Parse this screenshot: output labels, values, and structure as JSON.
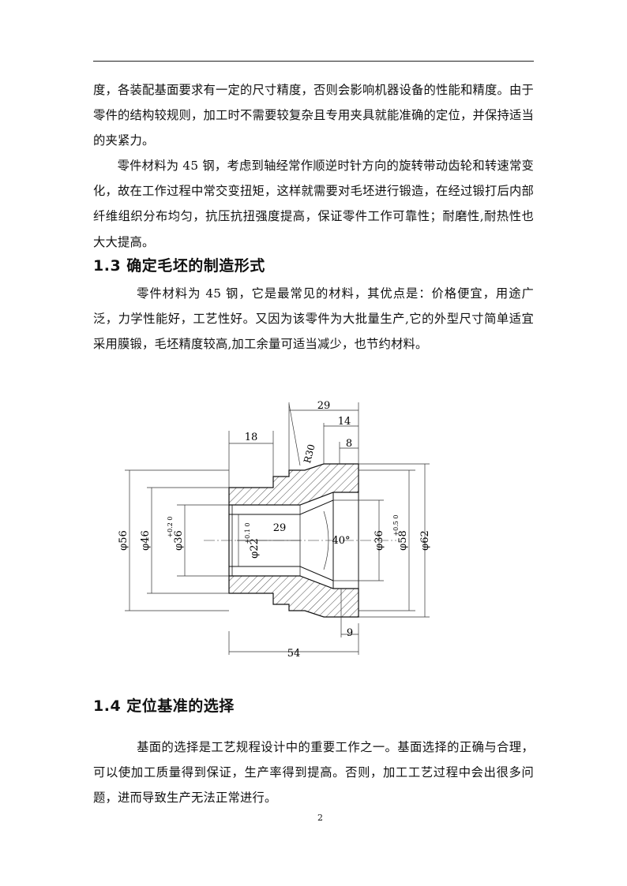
{
  "paragraphs": {
    "p1": "度，各装配基面要求有一定的尺寸精度，否则会影响机器设备的性能和精度。由于零件的结构较规则，加工时不需要较复杂且专用夹具就能准确的定位，并保持适当的夹紧力。",
    "p2": "零件材料为 45 钢，考虑到轴经常作顺逆时针方向的旋转带动齿轮和转速常变化，故在工作过程中常交变扭矩，这样就需要对毛坯进行锻造，在经过锻打后内部纤维组织分布均匀，抗压抗扭强度提高，保证零件工作可靠性；耐磨性,耐热性也大大提高。",
    "p3": "零件材料为 45 钢，它是最常见的材料，其优点是：价格便宜，用途广泛，力学性能好，工艺性好。又因为该零件为大批量生产,它的外型尺寸简单适宜采用膜锻，毛坯精度较高,加工余量可适当减少，也节约材料。",
    "p4": "基面的选择是工艺规程设计中的重要工作之一。基面选择的正确与合理，可以使加工质量得到保证，生产率得到提高。否则，加工工艺过程中会出很多问题，进而导致生产无法正常进行。"
  },
  "headings": {
    "h1": "1.3 确定毛坯的制造形式",
    "h2": "1.4 定位基准的选择"
  },
  "drawing": {
    "dims": {
      "d29_top": "29",
      "d14": "14",
      "d18": "18",
      "d8": "8",
      "r30": "R30",
      "d29_inner": "29",
      "angle": "40°",
      "d9": "9",
      "d54": "54",
      "phi56": "φ56",
      "phi46": "φ46",
      "phi36_left": "φ36",
      "phi36_tol": "+0.2 0",
      "phi22": "φ22",
      "phi22_tol": "+0.1 0",
      "phi36_right": "φ36",
      "phi58": "φ58",
      "phi58_tol": "+0.5 0",
      "phi62": "φ62"
    }
  },
  "page_number": "2"
}
